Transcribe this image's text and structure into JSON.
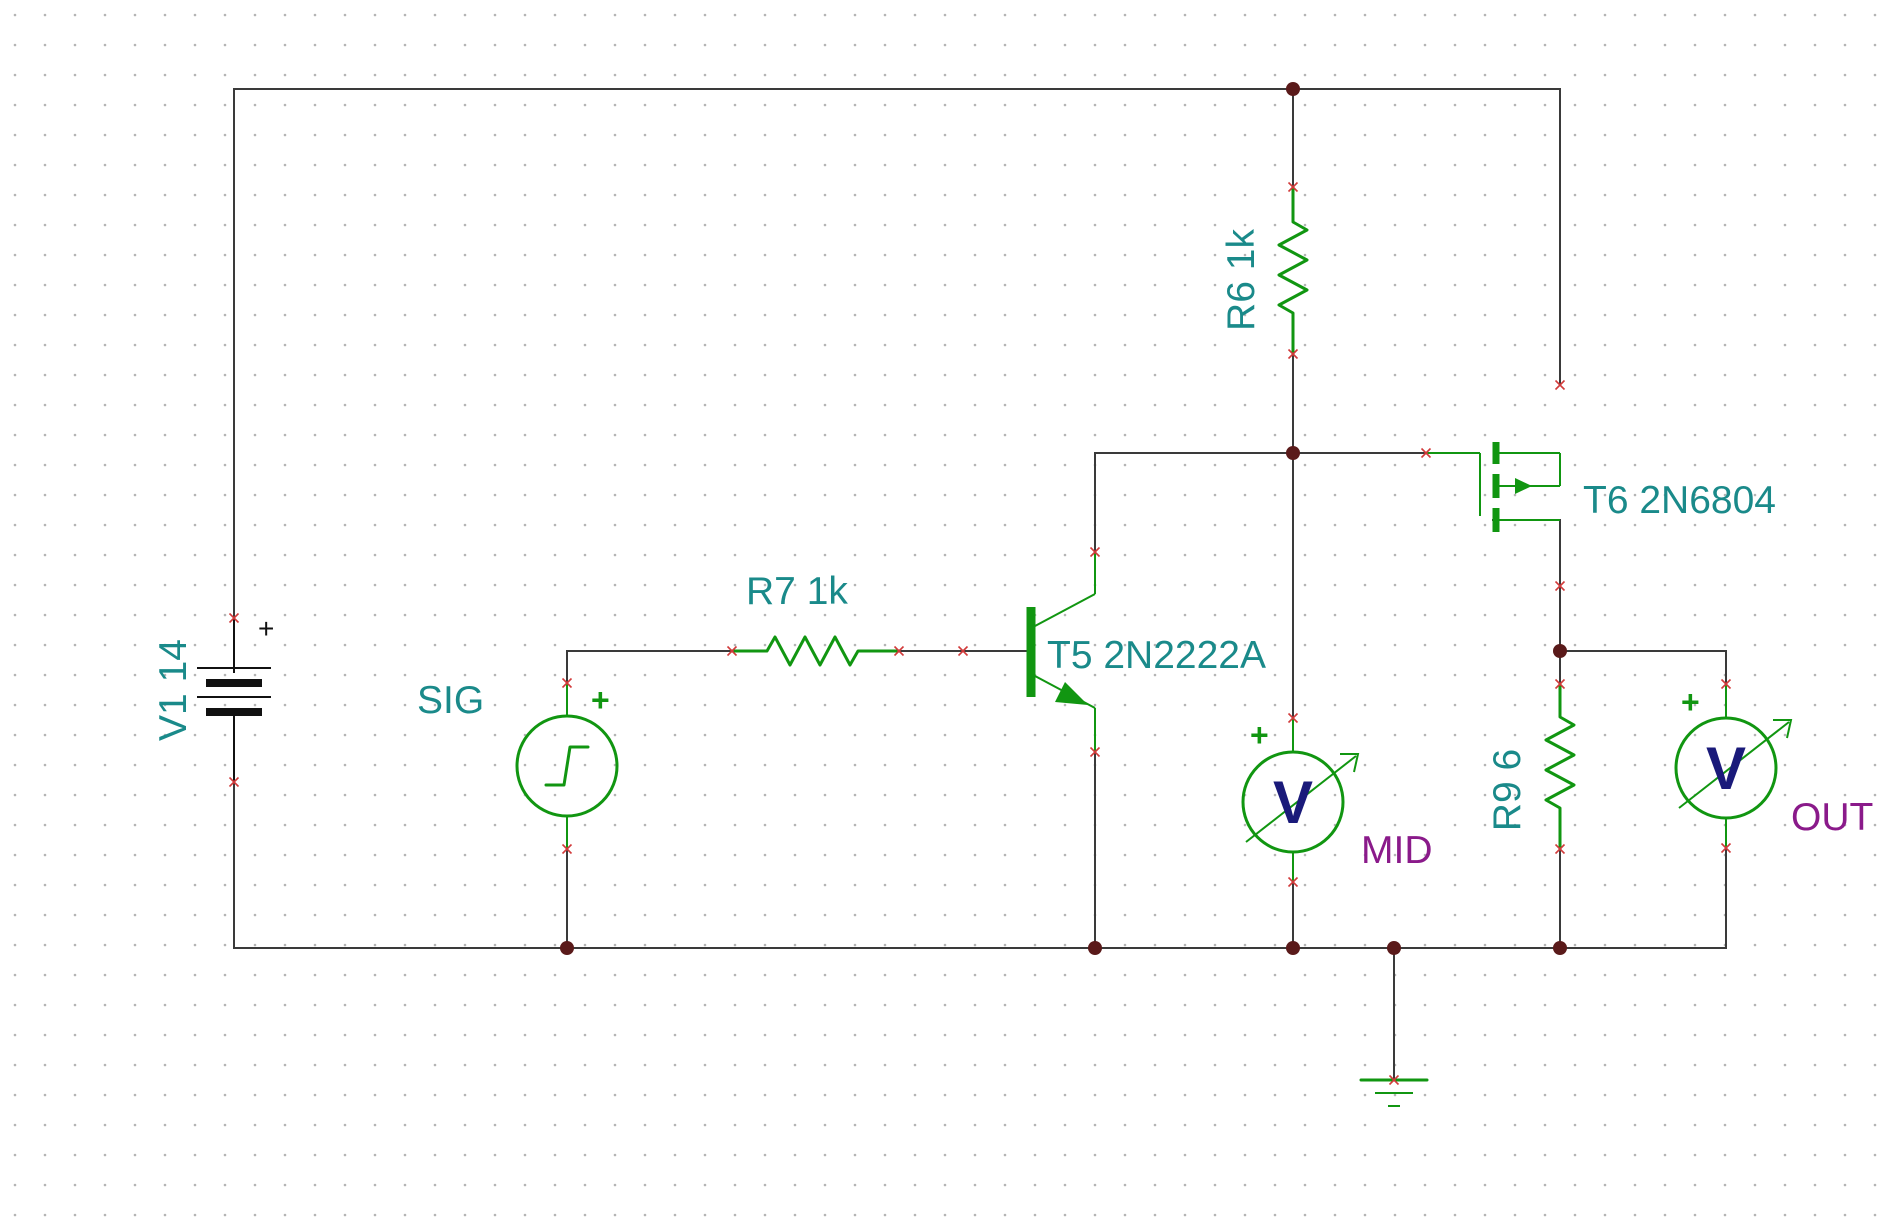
{
  "colors": {
    "wire": "#3a3a3a",
    "component": "#119611",
    "label": "#1a8a8a",
    "probe_label": "#8a1a8a",
    "node": "#5a1a1a",
    "pin_marker": "#d23a3a",
    "background": "#ffffff",
    "grid_dot": "#b4b4b4"
  },
  "components": {
    "v1": {
      "label": "V1 14",
      "plus": "+"
    },
    "sig": {
      "label": "SIG",
      "plus": "+",
      "icon": "step-source-icon"
    },
    "r7": {
      "label": "R7 1k"
    },
    "r6": {
      "label": "R6 1k"
    },
    "t5": {
      "label": "T5 2N2222A"
    },
    "t6": {
      "label": "T6 2N6804"
    },
    "r9": {
      "label": "R9 6"
    },
    "vm_mid": {
      "letter": "V",
      "label": "MID",
      "plus": "+"
    },
    "vm_out": {
      "letter": "V",
      "label": "OUT",
      "plus": "+"
    }
  }
}
